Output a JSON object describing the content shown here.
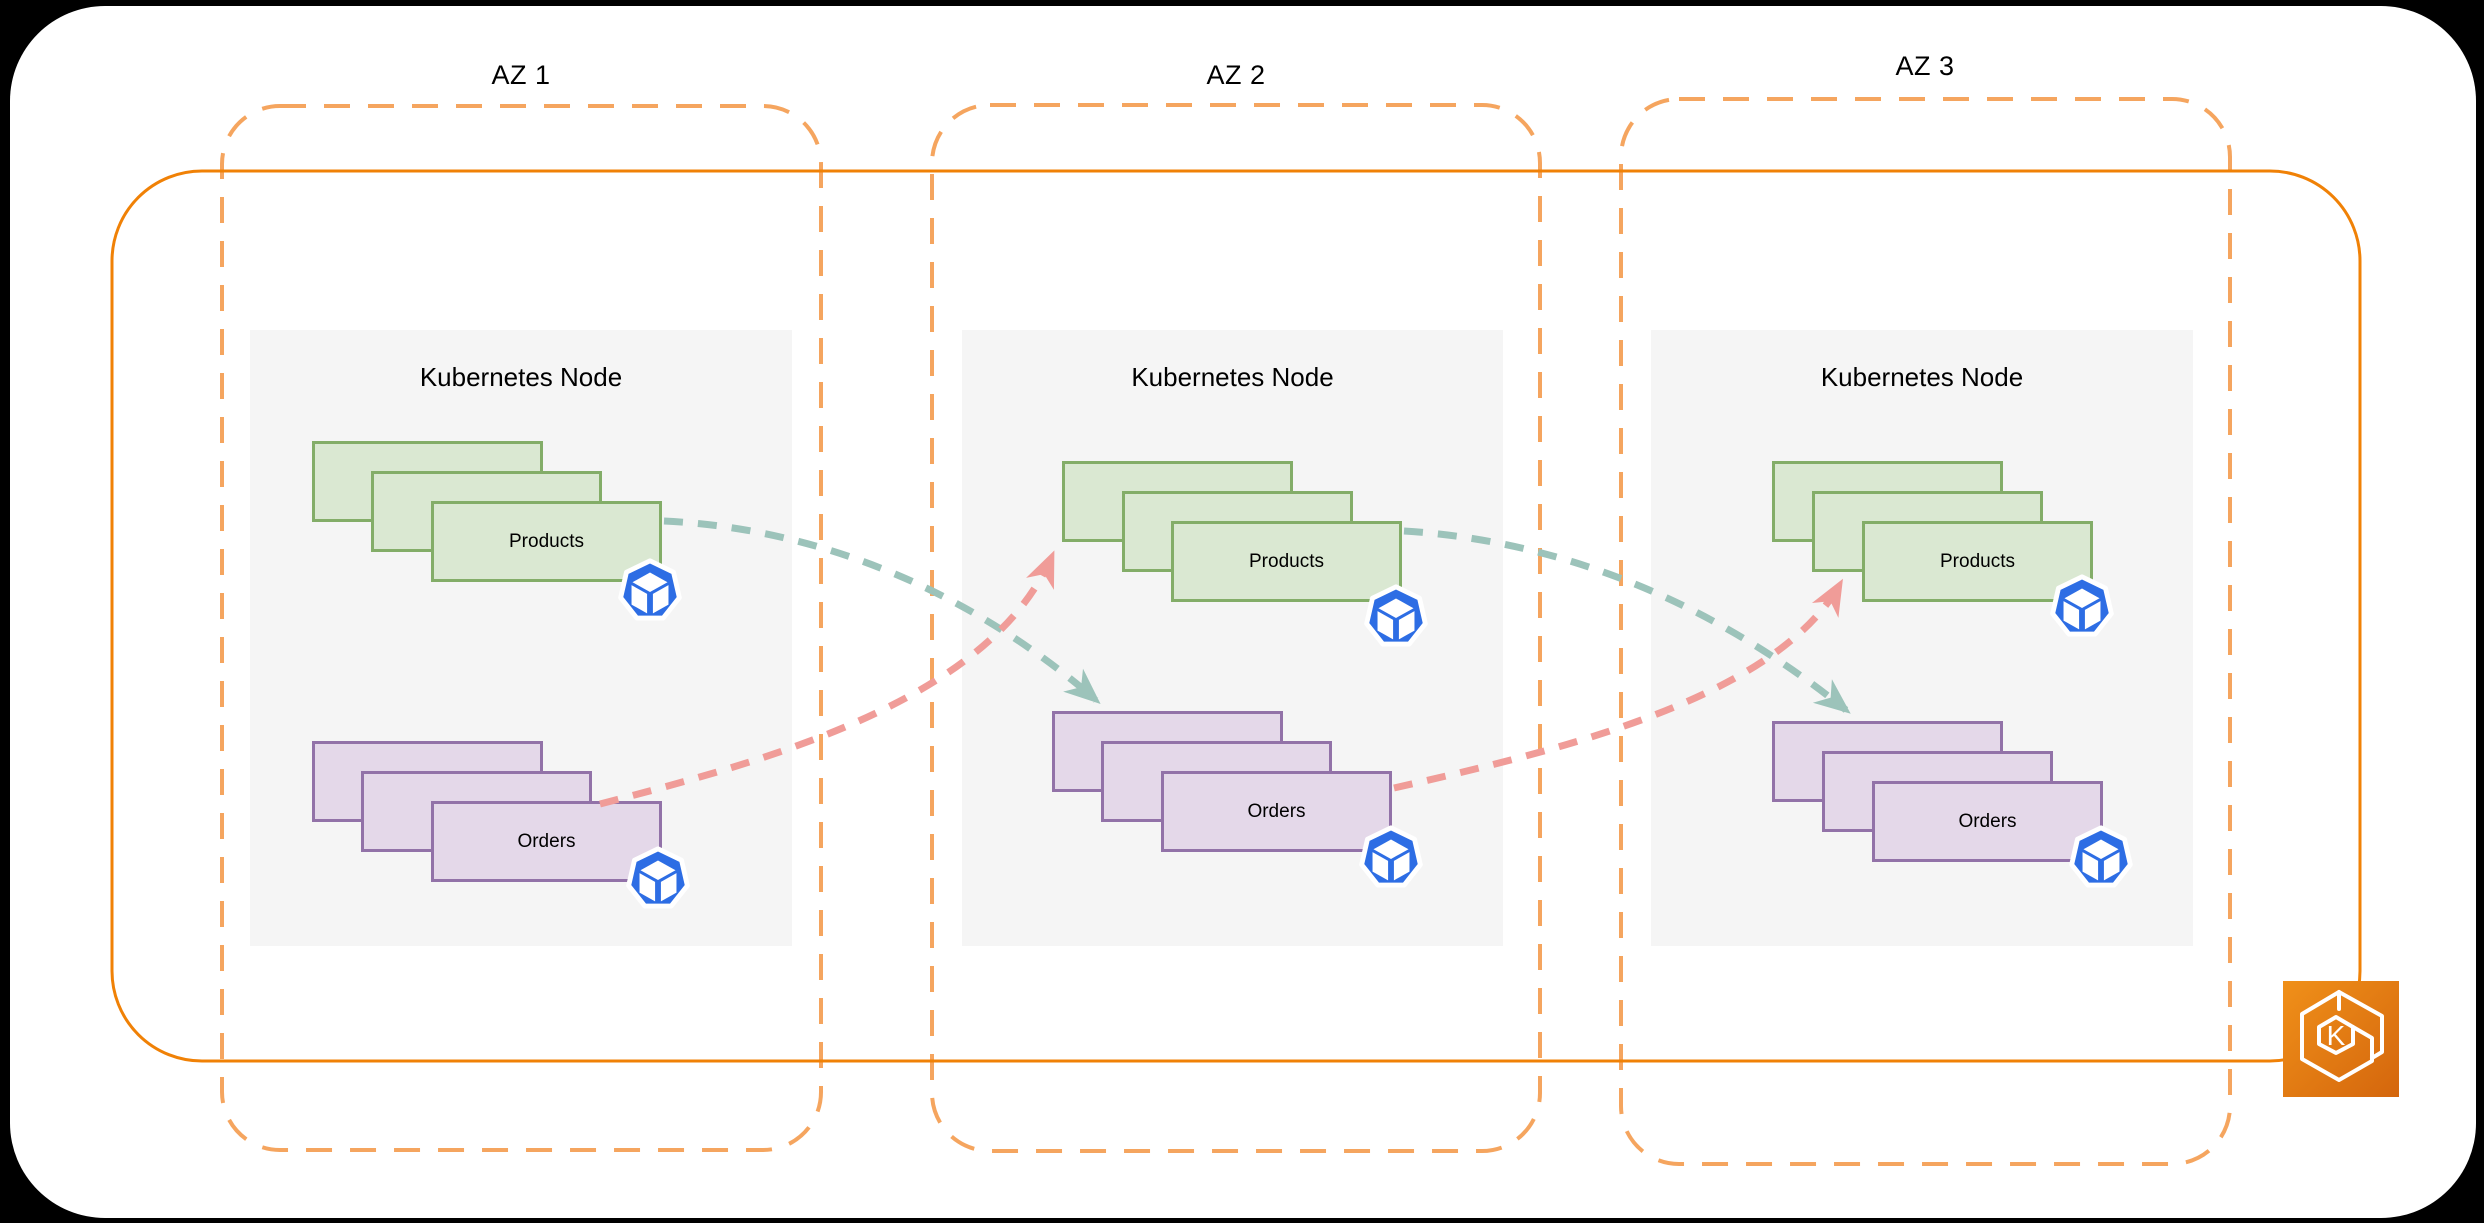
{
  "azs": [
    {
      "label": "AZ 1",
      "node_label": "Kubernetes Node",
      "workloads": [
        {
          "label": "Products",
          "replicas": 3
        },
        {
          "label": "Orders",
          "replicas": 3
        }
      ]
    },
    {
      "label": "AZ 2",
      "node_label": "Kubernetes Node",
      "workloads": [
        {
          "label": "Products",
          "replicas": 3
        },
        {
          "label": "Orders",
          "replicas": 3
        }
      ]
    },
    {
      "label": "AZ 3",
      "node_label": "Kubernetes Node",
      "workloads": [
        {
          "label": "Products",
          "replicas": 3
        },
        {
          "label": "Orders",
          "replicas": 3
        }
      ]
    }
  ],
  "connections": [
    {
      "from": "AZ 1 Products",
      "to": "AZ 2 Orders",
      "style": "teal-dashed"
    },
    {
      "from": "AZ 1 Orders",
      "to": "AZ 2 Products",
      "style": "pink-dashed"
    },
    {
      "from": "AZ 2 Products",
      "to": "AZ 3 Orders",
      "style": "teal-dashed"
    },
    {
      "from": "AZ 2 Orders",
      "to": "AZ 3 Products",
      "style": "pink-dashed"
    }
  ],
  "icons": {
    "pod": "kubernetes-pod-icon",
    "cluster": "amazon-eks-icon",
    "cluster_letter": "K"
  },
  "colors": {
    "page-bg": "#000000",
    "canvas-bg": "#ffffff",
    "cluster-line": "#F08106",
    "az-line": "#F5A55F",
    "node-bg": "#F5F5F5",
    "green-fill": "#DAE8D2",
    "green-stroke": "#83AD68",
    "purple-fill": "#E4D8E9",
    "purple-stroke": "#9272A8",
    "teal": "#9CC3BA",
    "pink": "#F09C98",
    "pod-blue": "#2D6DE4",
    "eks-grad-start": "#F09019",
    "eks-grad-end": "#D4660D",
    "label-text": "#000000"
  }
}
